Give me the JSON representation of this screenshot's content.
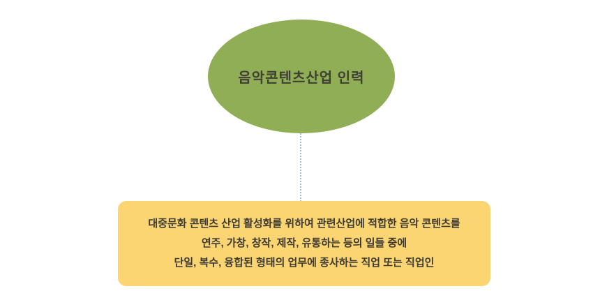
{
  "diagram": {
    "ellipse": {
      "label": "음악콘텐츠산업 인력",
      "fill": "#8fae55"
    },
    "connector": {
      "style": "dotted-vertical-line",
      "color": "#a3bccb"
    },
    "box": {
      "fill": "#fbd572",
      "lines": {
        "0": "대중문화 콘텐츠 산업 활성화를 위하여 관련산업에 적합한 음악 콘텐츠를",
        "1": "연주, 가창, 창작, 제작, 유통하는 등의 일들 중에",
        "2": "단일, 복수, 융합된 형태의 업무에 종사하는 직업 또는 직업인"
      }
    }
  }
}
